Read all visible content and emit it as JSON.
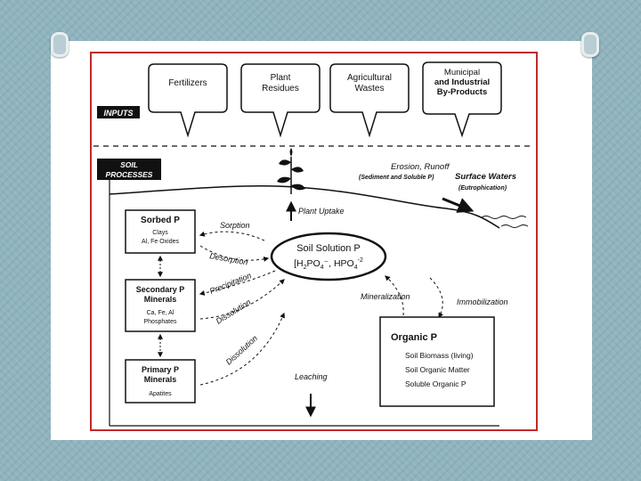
{
  "inputs_label": "INPUTS",
  "soil_label_1": "SOIL",
  "soil_label_2": "PROCESSES",
  "input_bubbles": [
    {
      "line1": "Fertilizers",
      "line2": "",
      "line3": ""
    },
    {
      "line1": "Plant",
      "line2": "Residues",
      "line3": ""
    },
    {
      "line1": "Agricultural",
      "line2": "Wastes",
      "line3": ""
    },
    {
      "line1": "Municipal",
      "line2": "and Industrial",
      "line3": "By-Products"
    }
  ],
  "erosion": {
    "title": "Erosion, Runoff",
    "sub": "(Sediment and Soluble P)"
  },
  "surface": {
    "title": "Surface Waters",
    "sub": "(Eutrophication)"
  },
  "plant_uptake": "Plant Uptake",
  "sorbed": {
    "title": "Sorbed P",
    "l1": "Clays",
    "l2": "Al, Fe Oxides"
  },
  "secondary": {
    "title1": "Secondary P",
    "title2": "Minerals",
    "l1": "Ca, Fe, Al",
    "l2": "Phosphates"
  },
  "primary": {
    "title1": "Primary P",
    "title2": "Minerals",
    "l1": "Apatites"
  },
  "solution": {
    "title": "Soil Solution P",
    "formula_a": "[H",
    "sub_a": "2",
    "formula_b": "PO",
    "sub_b": "4",
    "formula_c": "⁻, HPO",
    "sub_c": "4",
    "sup_c": "-2"
  },
  "arrows": {
    "sorption": "Sorption",
    "desorption": "Desorption",
    "precipitation": "Precipitation",
    "dissolution1": "Dissolution",
    "dissolution2": "Dissolution",
    "mineralization": "Mineralization",
    "immobilization": "Immobilization",
    "leaching": "Leaching"
  },
  "organic": {
    "title": "Organic P",
    "l1": "Soil Biomass (living)",
    "l2": "Soil Organic Matter",
    "l3": "Soluble Organic P"
  }
}
